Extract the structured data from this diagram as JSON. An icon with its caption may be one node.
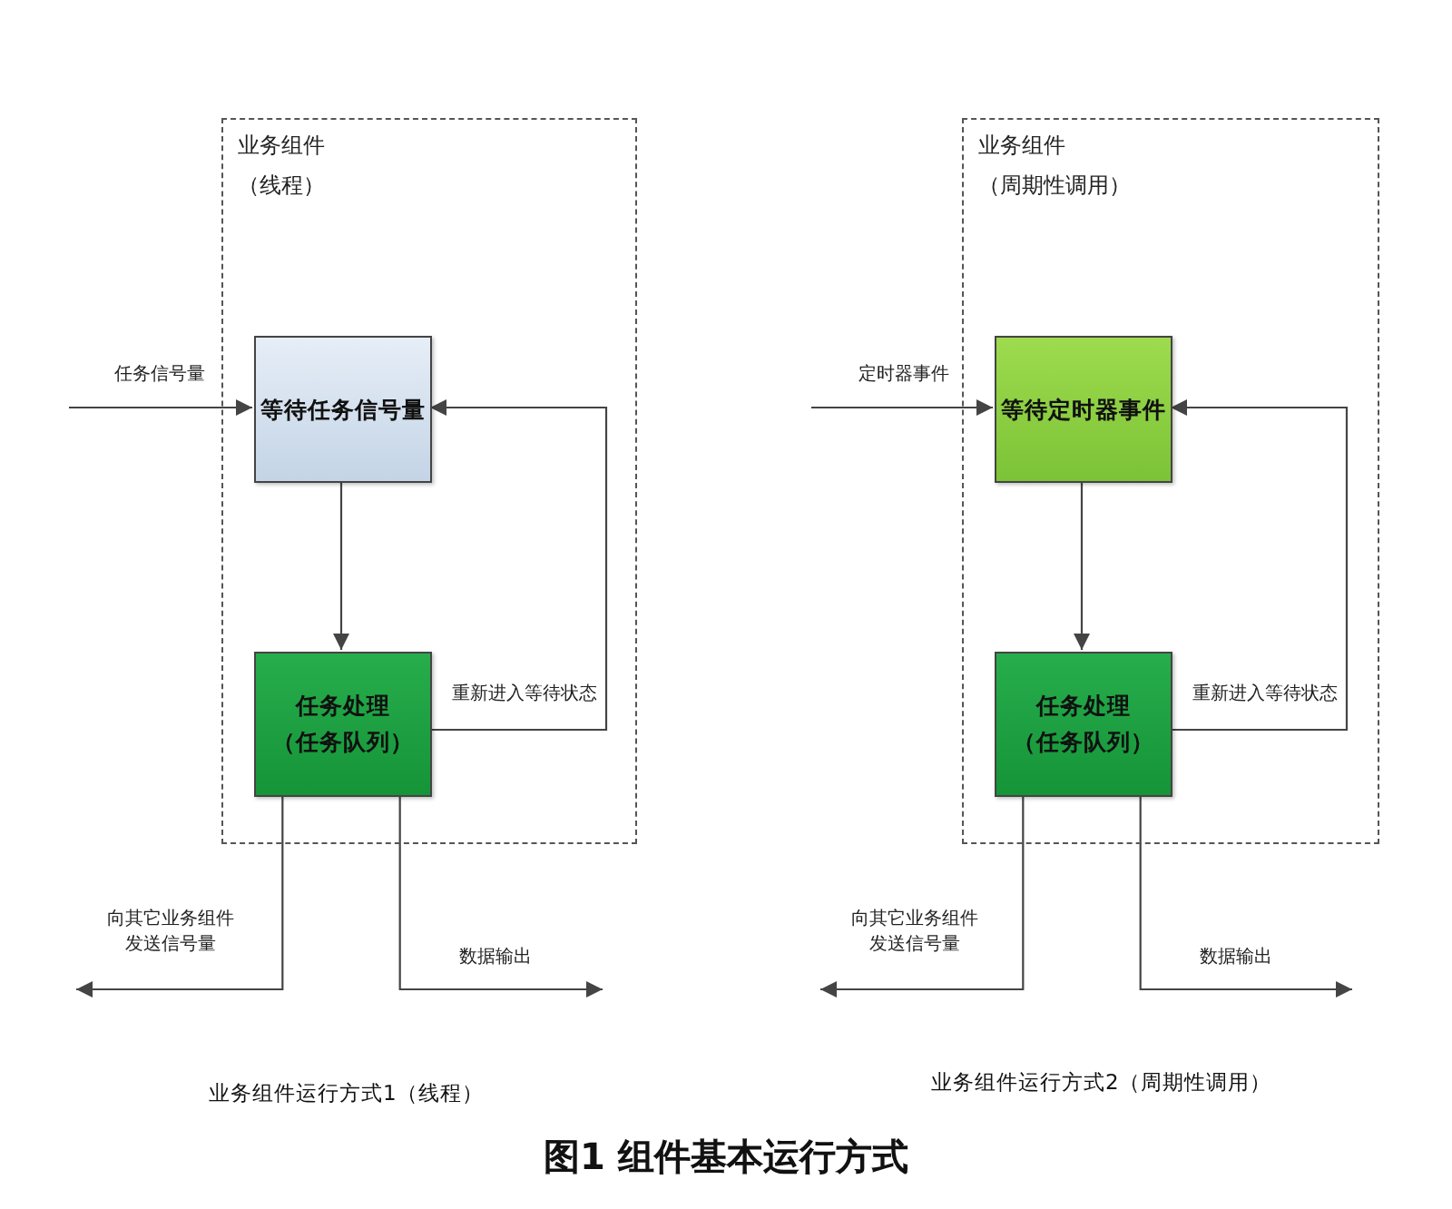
{
  "diagram": {
    "caption": "图1 组件基本运行方式",
    "nodes": [
      {
        "text": [
          "业务组件",
          "（线程）"
        ]
      },
      {
        "text": [
          "等待任务信号量"
        ],
        "in": 0
      },
      {
        "text": [
          "任务处理",
          "（任务队列）"
        ],
        "in": 0
      },
      {
        "text": [
          "业务组件",
          "（周期性调用）"
        ]
      },
      {
        "text": [
          "等待定时器事件"
        ],
        "in": 3
      },
      {
        "text": [
          "任务处理",
          "（任务队列）"
        ],
        "in": 3
      }
    ],
    "edges": [
      {
        "from": null,
        "to": 1,
        "arrow": "to",
        "label": "任务信号量"
      },
      {
        "from": 1,
        "to": 2,
        "arrow": "to"
      },
      {
        "from": 2,
        "to": 1,
        "arrow": "to",
        "label": "重新进入等待状态"
      },
      {
        "from": 2,
        "to": null,
        "arrow": "to",
        "label": "向其它业务组件发送信号量"
      },
      {
        "from": 2,
        "to": null,
        "arrow": "to",
        "label": "数据输出"
      },
      {
        "from": null,
        "to": 4,
        "arrow": "to",
        "label": "定时器事件"
      },
      {
        "from": 4,
        "to": 5,
        "arrow": "to"
      },
      {
        "from": 5,
        "to": 4,
        "arrow": "to",
        "label": "重新进入等待状态"
      },
      {
        "from": 5,
        "to": null,
        "arrow": "to",
        "label": "向其它业务组件发送信号量"
      },
      {
        "from": 5,
        "to": null,
        "arrow": "to",
        "label": "数据输出"
      }
    ],
    "labels": [
      "业务组件运行方式1（线程）",
      "业务组件运行方式2（周期性调用）"
    ]
  }
}
